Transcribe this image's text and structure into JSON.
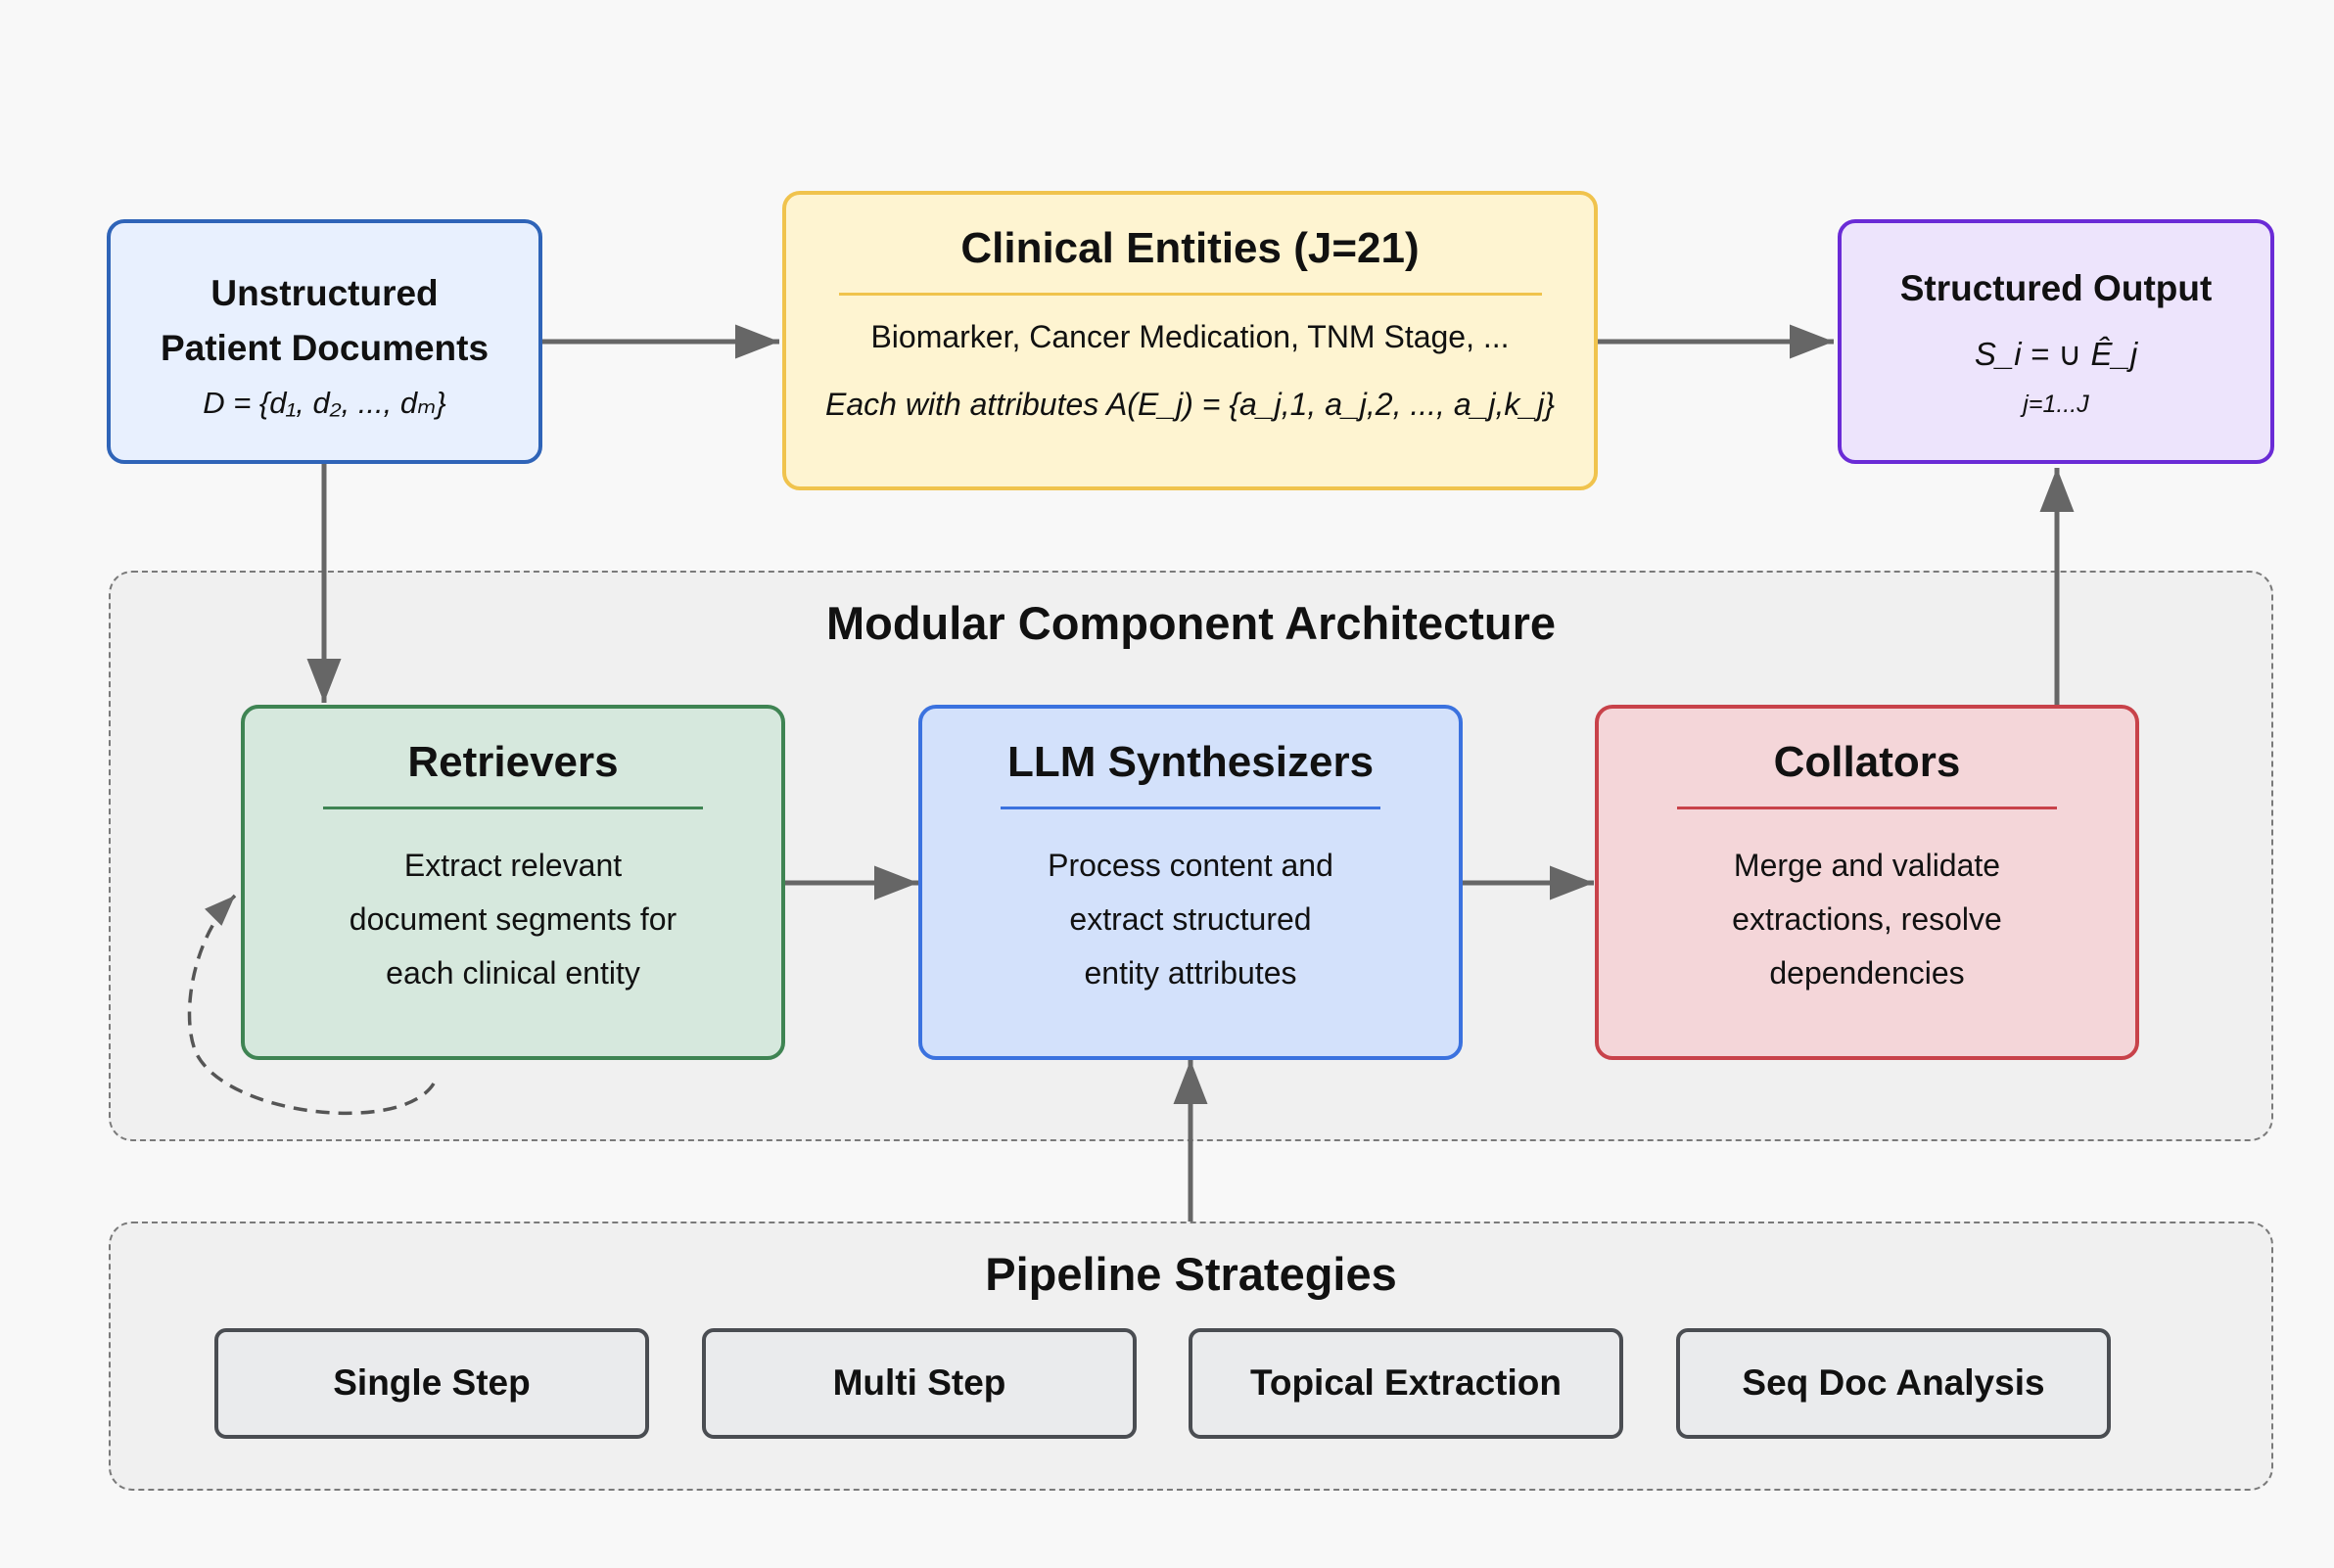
{
  "input": {
    "title_line1": "Unstructured",
    "title_line2": "Patient Documents",
    "formula": "D = {d₁, d₂, ..., dₘ}"
  },
  "entities": {
    "title": "Clinical Entities (J=21)",
    "list": "Biomarker, Cancer Medication, TNM Stage, ...",
    "attributes": "Each with attributes A(E_j) = {a_j,1, a_j,2, ..., a_j,k_j}"
  },
  "output": {
    "title": "Structured Output",
    "formula": "S_i = ∪ Ê_j",
    "range": "j=1...J"
  },
  "architecture": {
    "title": "Modular Component Architecture",
    "components": [
      {
        "title": "Retrievers",
        "lines": [
          "Extract relevant",
          "document segments for",
          "each clinical entity"
        ]
      },
      {
        "title": "LLM Synthesizers",
        "lines": [
          "Process content and",
          "extract structured",
          "entity attributes"
        ]
      },
      {
        "title": "Collators",
        "lines": [
          "Merge and validate",
          "extractions, resolve",
          "dependencies"
        ]
      }
    ]
  },
  "strategies": {
    "title": "Pipeline Strategies",
    "items": [
      "Single Step",
      "Multi Step",
      "Topical Extraction",
      "Seq Doc Analysis"
    ]
  },
  "colors": {
    "input": "#e8f0fe",
    "input_border": "#2f64b8",
    "entities": "#fef4d1",
    "entities_border": "#f0c34d",
    "output": "#ede4fc",
    "output_border": "#6a2bd6",
    "retrievers": "#d6e8dd",
    "retrievers_border": "#3f8453",
    "synth": "#d3e1fb",
    "synth_border": "#3b72df",
    "collators": "#f4d6d9",
    "collators_border": "#c8424a",
    "arrow": "#666666"
  }
}
